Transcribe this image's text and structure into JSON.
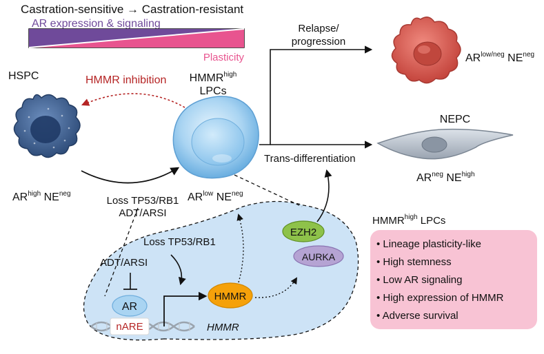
{
  "header": {
    "top_title": "Castration-sensitive → Castration-resistant",
    "gradient_label": "AR expression & signaling",
    "plasticity_label": "Plasticity"
  },
  "hspc": {
    "title": "HSPC",
    "label_ar": "AR",
    "label_ar_sup": "high",
    "label_ne": "NE",
    "label_ne_sup": "neg"
  },
  "inhibition": {
    "label": "HMMR inhibition"
  },
  "lpc": {
    "title_hmmr": "HMMR",
    "title_sup": "high",
    "title_lpcs": "LPCs",
    "label_ar": "AR",
    "label_ar_sup": "low",
    "label_ne": "NE",
    "label_ne_sup": "neg"
  },
  "loss_arrow": {
    "line1": "Loss TP53/RB1",
    "line2": "ADT/ARSI"
  },
  "relapse": {
    "line1": "Relapse/",
    "line2": "progression",
    "label_ar": "AR",
    "label_ar_sup": "low/neg",
    "label_ne": "NE",
    "label_ne_sup": "neg"
  },
  "nepc": {
    "title": "NEPC",
    "label_ar": "AR",
    "label_ar_sup": "neg",
    "label_ne": "NE",
    "label_ne_sup": "high"
  },
  "transdiff": {
    "label": "Trans-differentiation"
  },
  "mechanism": {
    "loss_label": "Loss TP53/RB1",
    "adt_label": "ADT/ARSI",
    "ar": "AR",
    "nare": "nARE",
    "hmmr_protein": "HMMR",
    "hmmr_gene": "HMMR",
    "ezh2": "EZH2",
    "aurka": "AURKA"
  },
  "features": {
    "title": "HMMR",
    "title_sup": "high",
    "title_rest": " LPCs",
    "items": [
      "Lineage plasticity-like",
      "High stemness",
      "Low AR signaling",
      "High expression of HMMR",
      "Adverse survival"
    ]
  },
  "colors": {
    "gradient_purple": "#6f4a9a",
    "gradient_pink": "#e8548f",
    "inhibition_red": "#b52424",
    "lpc_blue": "#a9d4f2",
    "hspc_navy": "#3d5f8f",
    "relapse_red": "#d8554c",
    "nepc_gray": "#b8c0ca",
    "mechanism_bg": "#cde3f6",
    "hmmr_orange": "#f5a10a",
    "ezh2_green": "#8ec24a",
    "aurka_purple": "#b5a3d3",
    "features_pink": "#f8c3d4"
  }
}
